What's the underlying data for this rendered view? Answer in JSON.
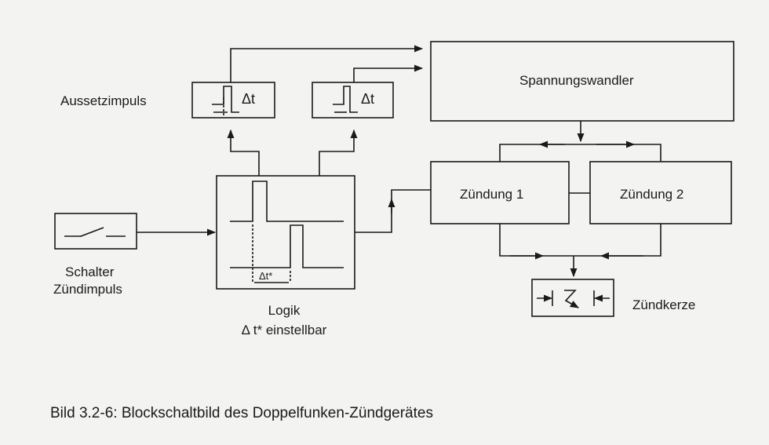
{
  "labels": {
    "spannungswandler": "Spannungswandler",
    "zuendung1": "Zündung 1",
    "zuendung2": "Zündung 2",
    "aussetzimpuls": "Aussetzimpuls",
    "schalter_line1": "Schalter",
    "schalter_line2": "Zündimpuls",
    "logik_line1": "Logik",
    "logik_line2": "Δ t* einstellbar",
    "zuendkerze": "Zündkerze",
    "delta_t": "Δt",
    "delta_t_star": "Δt*"
  },
  "caption": "Bild 3.2-6: Blockschaltbild des Doppelfunken-Zündgerätes",
  "colors": {
    "ink": "#1a1a1a",
    "paper": "#f3f3f1"
  }
}
